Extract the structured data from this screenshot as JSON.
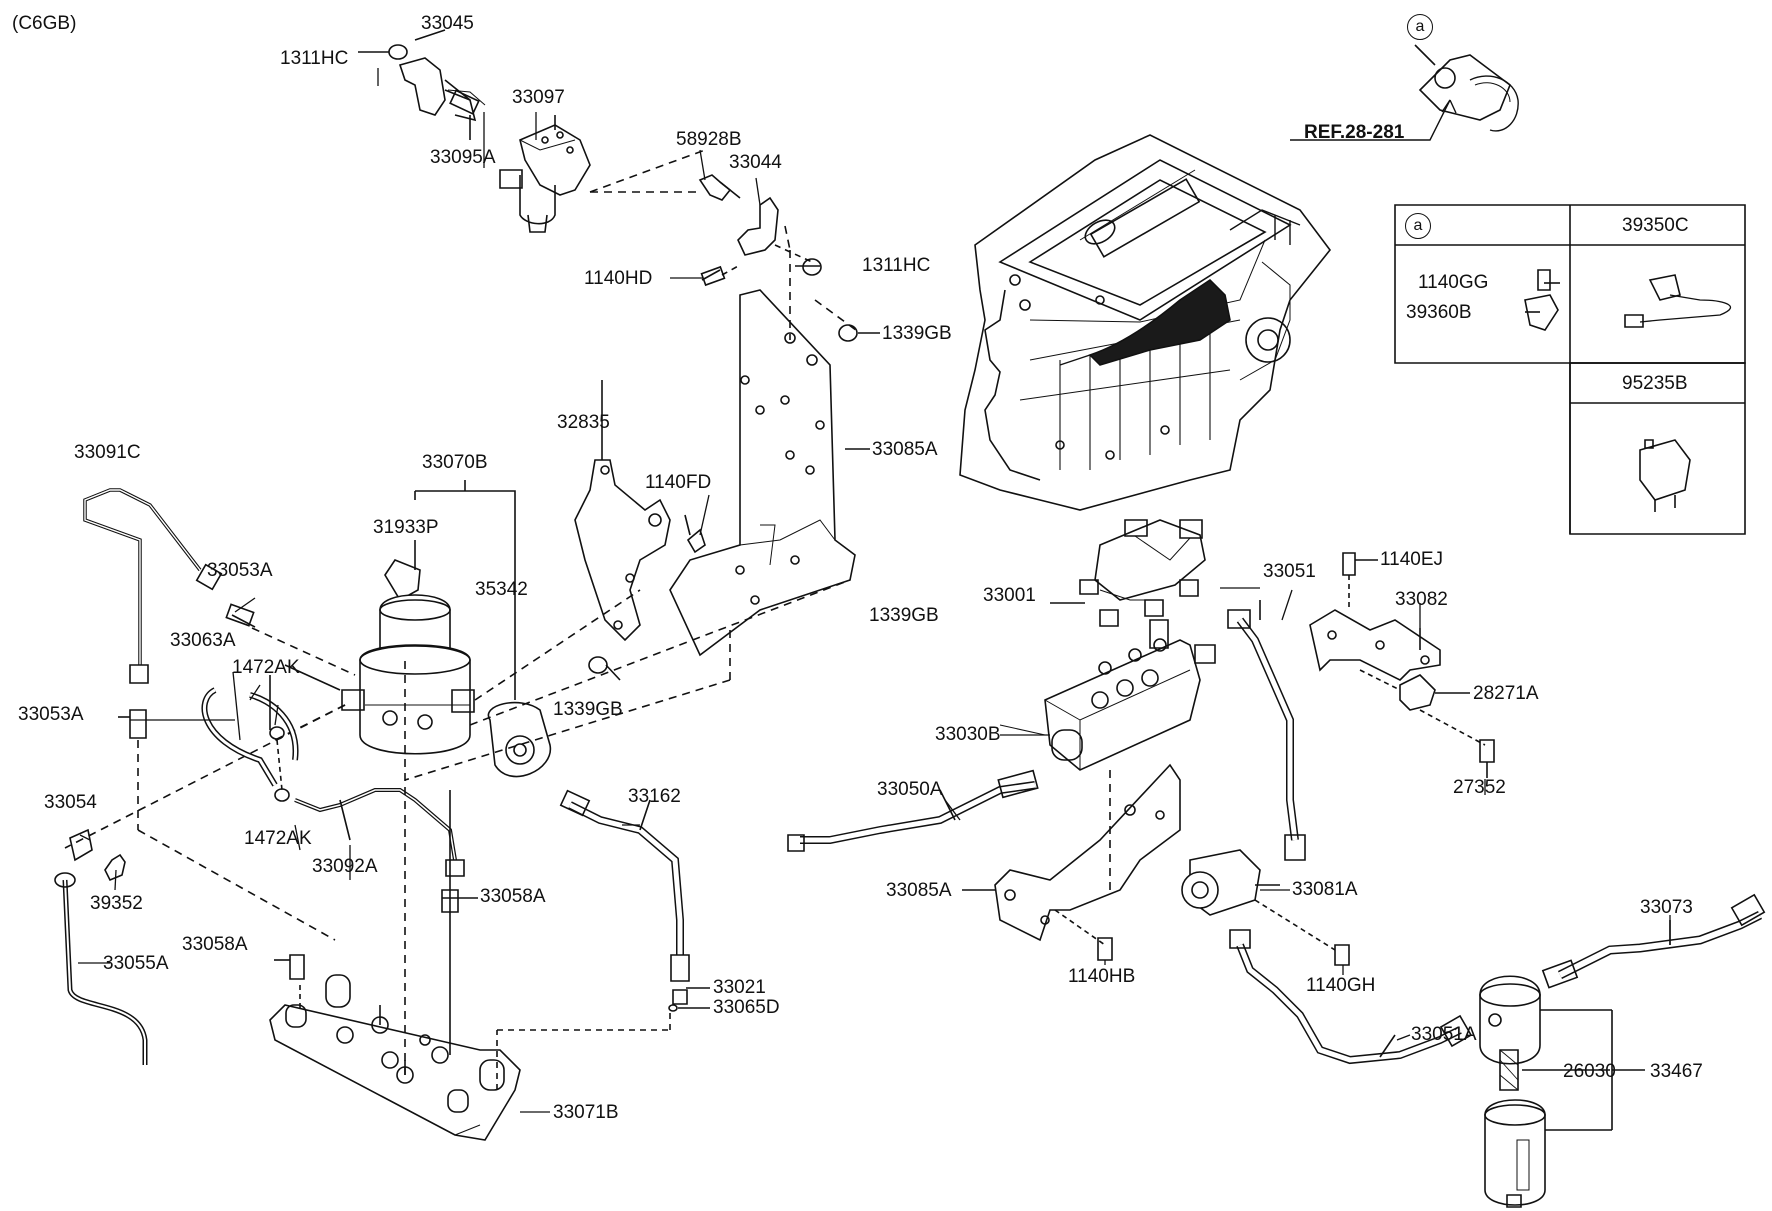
{
  "header": {
    "code": "(C6GB)"
  },
  "reference": {
    "circle": "a",
    "text": "REF.28-281"
  },
  "legend_table": {
    "circle": "a",
    "headers": [
      "39350C",
      "95235B"
    ],
    "parts": [
      "1140GG",
      "39360B"
    ]
  },
  "labels": {
    "p33045": "33045",
    "p1311HC_a": "1311HC",
    "p33097": "33097",
    "p33095A": "33095A",
    "p58928B": "58928B",
    "p33044": "33044",
    "p1140HD": "1140HD",
    "p1311HC_b": "1311HC",
    "p1339GB_a": "1339GB",
    "p32835": "32835",
    "p33085A_a": "33085A",
    "p33091C": "33091C",
    "p33070B": "33070B",
    "p1140FD": "1140FD",
    "p31933P": "31933P",
    "p33053A_a": "33053A",
    "p35342": "35342",
    "p1339GB_b": "1339GB",
    "p33063A": "33063A",
    "p1472AK_a": "1472AK",
    "p33053A_b": "33053A",
    "p1339GB_c": "1339GB",
    "p33054": "33054",
    "p1472AK_b": "1472AK",
    "p33092A": "33092A",
    "p39352": "39352",
    "p33162": "33162",
    "p33058A_a": "33058A",
    "p33058A_b": "33058A",
    "p33055A": "33055A",
    "p33021": "33021",
    "p33065D": "33065D",
    "p33071B": "33071B",
    "p33001": "33001",
    "p33051": "33051",
    "p1140EJ": "1140EJ",
    "p33082": "33082",
    "p28271A": "28271A",
    "p33030B": "33030B",
    "p27352": "27352",
    "p33050A": "33050A",
    "p33085A_b": "33085A",
    "p33081A": "33081A",
    "p1140HB": "1140HB",
    "p1140GH": "1140GH",
    "p33073": "33073",
    "p33051A": "33051A",
    "p26030": "26030",
    "p33467": "33467"
  },
  "colors": {
    "line": "#111111",
    "engine_harness": "#1a1a1a",
    "background": "#ffffff"
  }
}
